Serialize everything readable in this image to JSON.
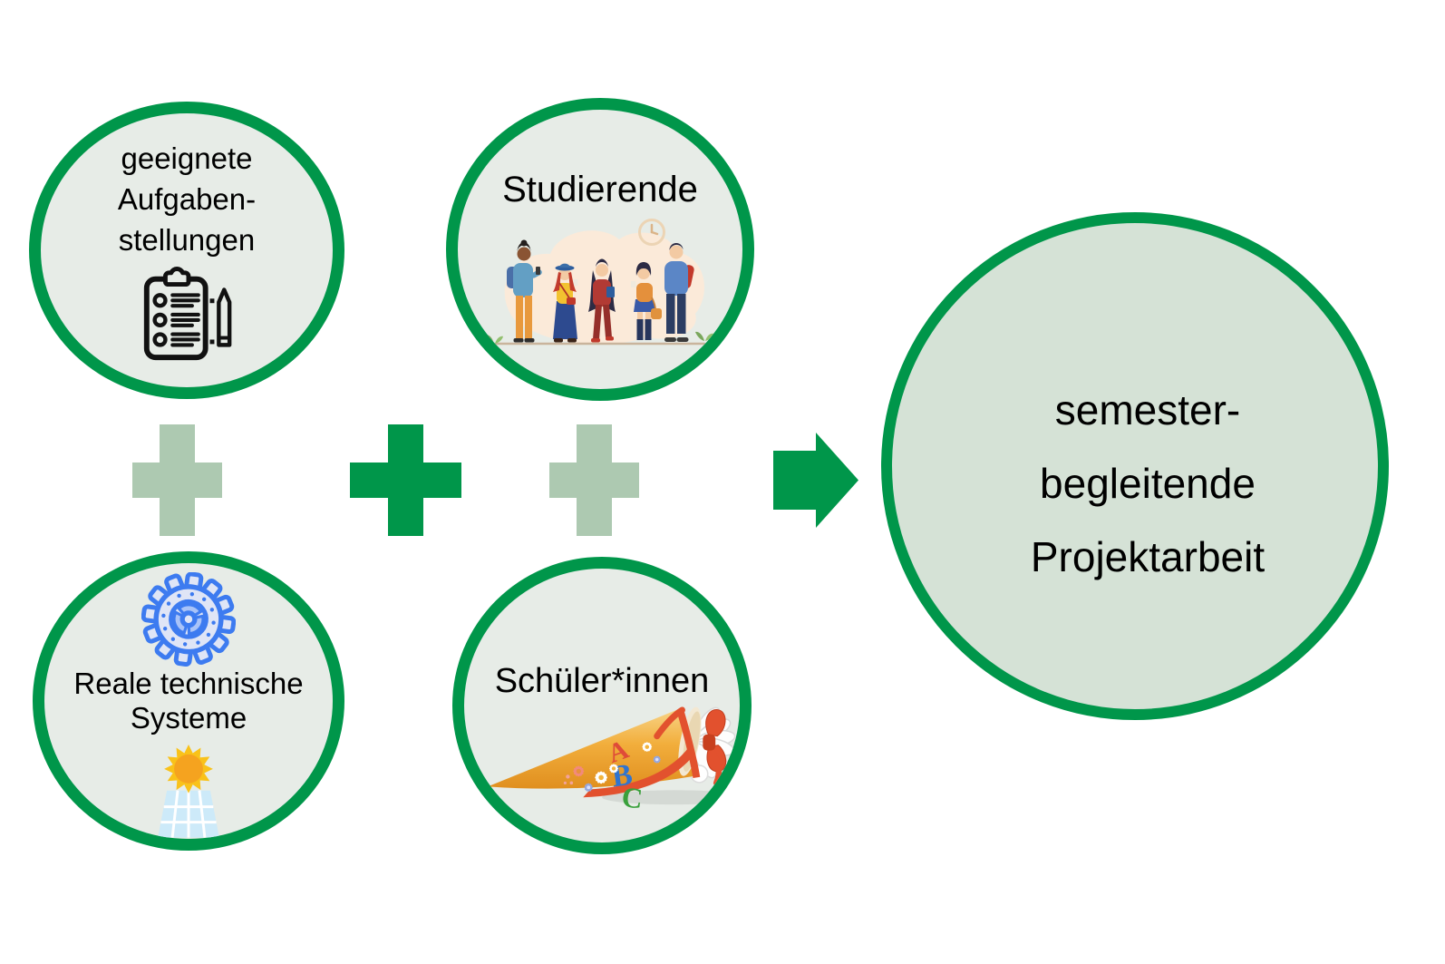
{
  "diagram": {
    "background": "#ffffff",
    "colors": {
      "accent_green": "#00964a",
      "muted_plus_green": "#adc9b1",
      "node_fill": "#e7ece7",
      "result_fill": "#d5e2d6",
      "text": "#000000"
    },
    "nodes": {
      "tasks": {
        "line1": "geeignete",
        "line2": "Aufgaben-",
        "line3": "stellungen",
        "icon": "clipboard-checklist-icon"
      },
      "students": {
        "label": "Studierende",
        "icon": "students-group-illustration"
      },
      "systems": {
        "line1": "Reale technische",
        "line2": "Systeme",
        "icon_top": "gear-icon",
        "icon_bottom": "sun-solar-panel-icon"
      },
      "pupils": {
        "label": "Schüler*innen",
        "icon": "school-cone-illustration",
        "cone_letters": {
          "a": "A",
          "b": "B",
          "c": "C"
        }
      },
      "result": {
        "line1": "semester-",
        "line2": "begleitende",
        "line3": "Projektarbeit"
      }
    }
  }
}
